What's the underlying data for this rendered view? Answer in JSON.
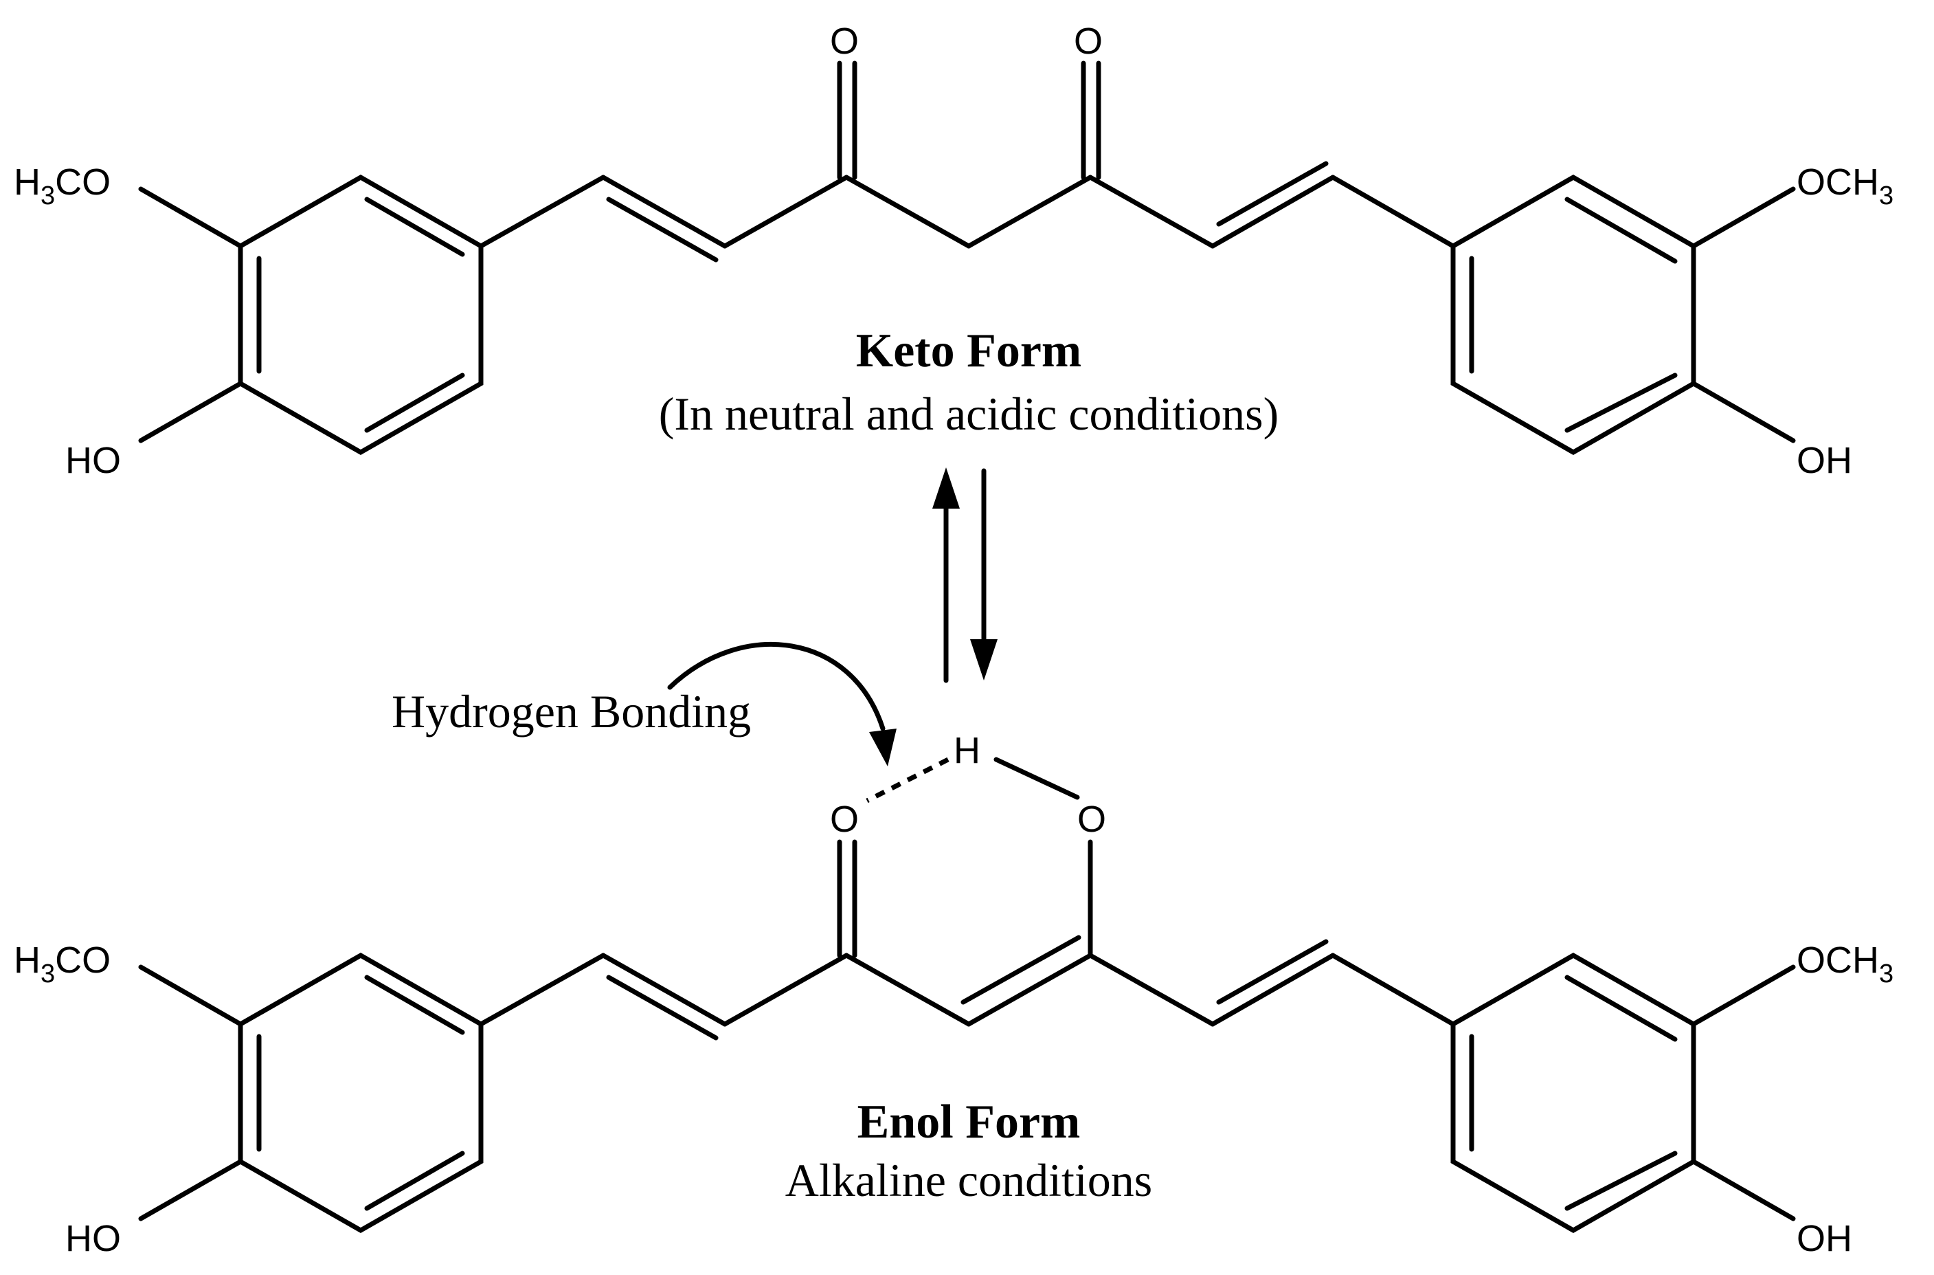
{
  "keto": {
    "title": "Keto Form",
    "subtitle": "(In neutral and acidic conditions)",
    "labels": {
      "methoxy_left_main": "H",
      "methoxy_left_sub": "3",
      "methoxy_left_rest": "CO",
      "methoxy_right_main": "OCH",
      "methoxy_right_sub": "3",
      "hydroxy_left": "HO",
      "hydroxy_right": "OH",
      "carbonyl_left": "O",
      "carbonyl_right": "O"
    }
  },
  "enol": {
    "title": "Enol Form",
    "subtitle": "Alkaline conditions",
    "labels": {
      "methoxy_left_main": "H",
      "methoxy_left_sub": "3",
      "methoxy_left_rest": "CO",
      "methoxy_right_main": "OCH",
      "methoxy_right_sub": "3",
      "hydroxy_left": "HO",
      "hydroxy_right": "OH",
      "oxygen_left": "O",
      "oxygen_right": "O",
      "hydrogen": "H"
    }
  },
  "annotation": {
    "hydrogen_bonding": "Hydrogen Bonding"
  }
}
